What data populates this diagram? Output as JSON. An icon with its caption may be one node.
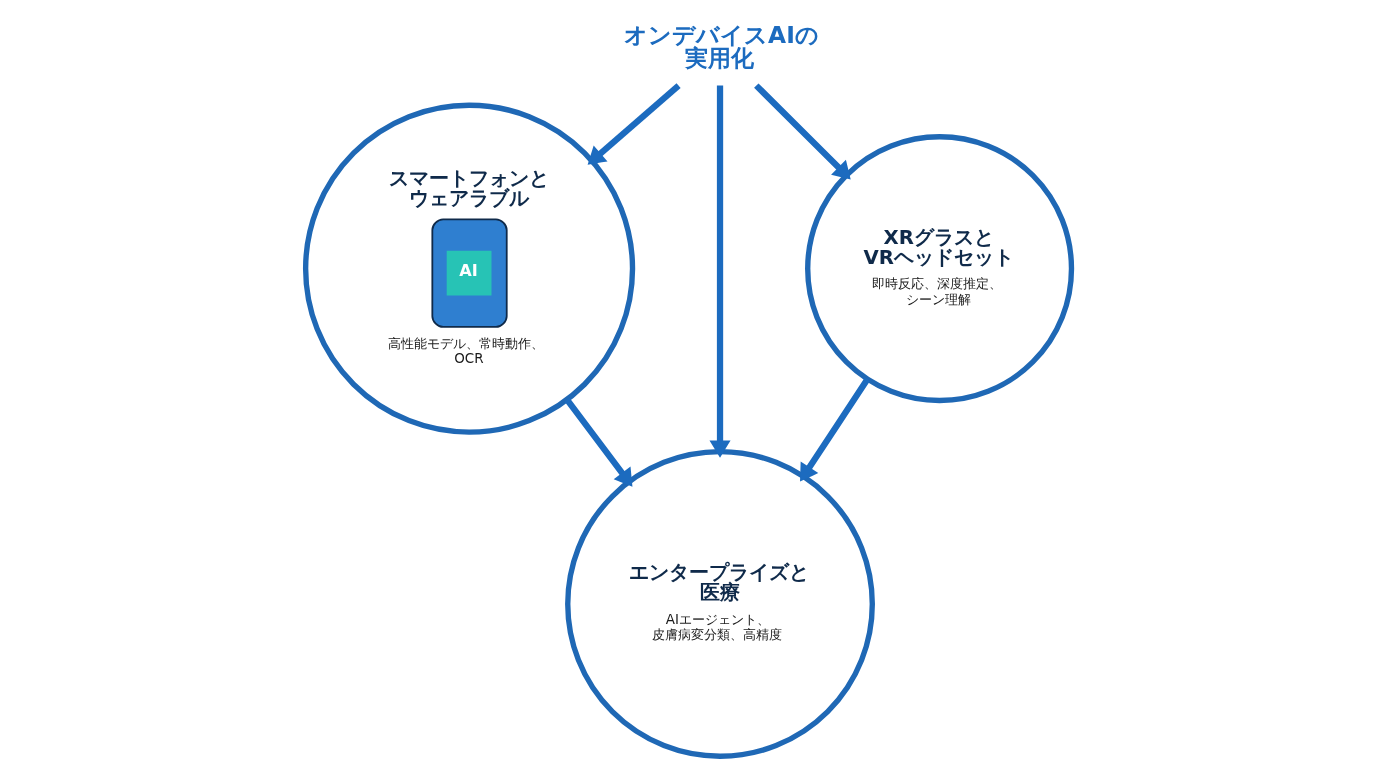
{
  "diagram": {
    "nodes": [
      {
        "text": [
          "オンデバイスAIの実用化"
        ]
      },
      {
        "text": [
          "スマートフォンとウェアラブル",
          "AI",
          "高性能モデル、常時動作、OCR"
        ]
      },
      {
        "text": [
          "XRグラスとVRヘッドセット",
          "即時反応、深度推定、シーン理解"
        ]
      },
      {
        "text": [
          "エンタープライズと医療",
          "AIエージェント、皮膚病変分類、高精度"
        ]
      }
    ],
    "edges": [
      {
        "from": 0,
        "to": 1,
        "arrow": "to"
      },
      {
        "from": 0,
        "to": 3,
        "arrow": "to"
      },
      {
        "from": 0,
        "to": 2,
        "arrow": "to"
      },
      {
        "from": 1,
        "to": 3,
        "arrow": "to"
      },
      {
        "from": 2,
        "to": 3,
        "arrow": "to"
      }
    ]
  }
}
